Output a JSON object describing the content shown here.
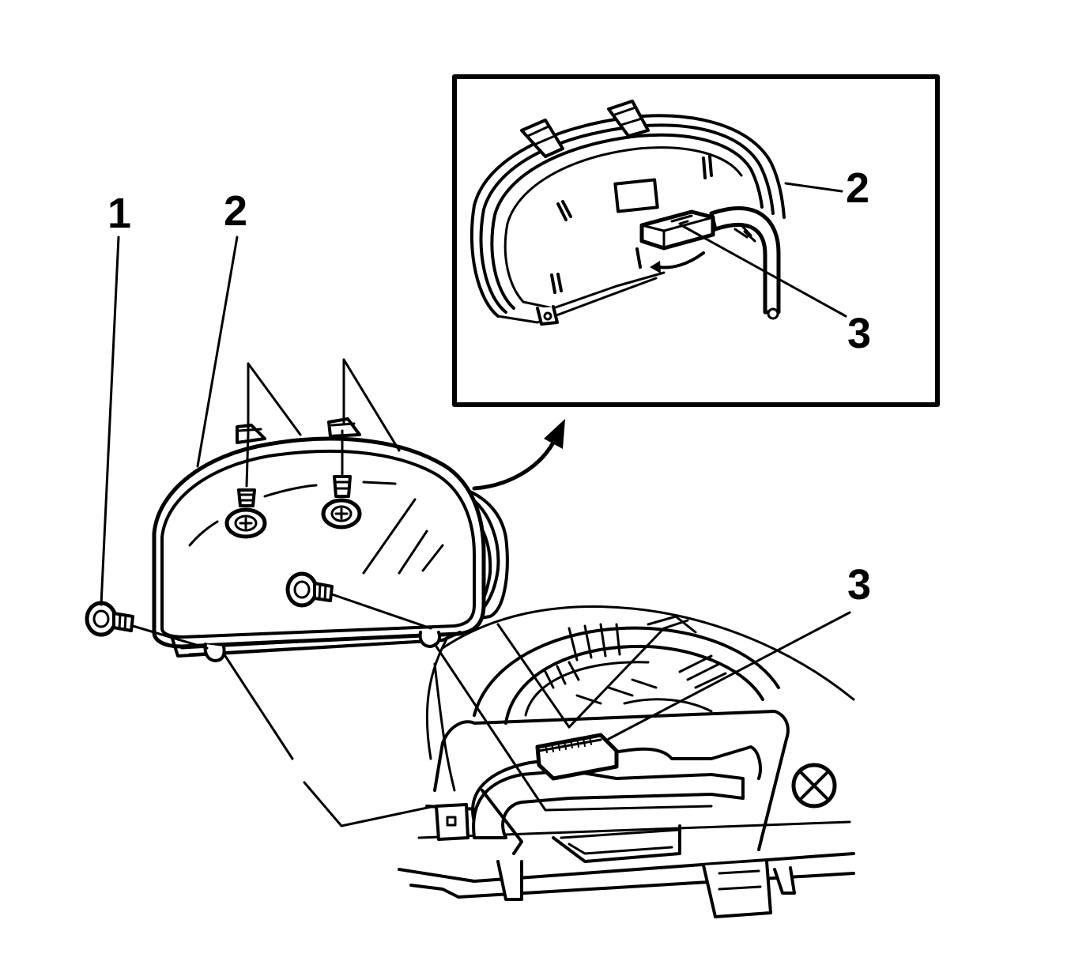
{
  "callouts": {
    "main_fastener": "1",
    "main_cluster": "2",
    "main_connector": "3",
    "inset_cluster": "2",
    "inset_connector": "3"
  },
  "colors": {
    "line": "#000000",
    "background": "#ffffff"
  }
}
